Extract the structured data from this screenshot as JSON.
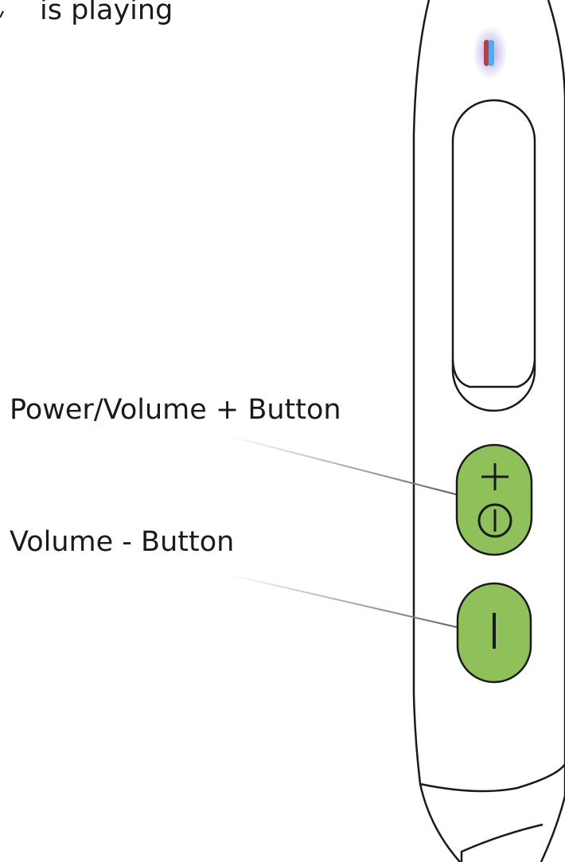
{
  "labels": {
    "top_fragment": "is playing",
    "power_volume_up": "Power/Volume + Button",
    "volume_down": "Volume - Button"
  },
  "colors": {
    "button_fill": "#8fc05a",
    "outline": "#1a1a1a",
    "leader_line": "#999999",
    "led_blue": "#5aa9e6",
    "led_red": "#b0424a"
  },
  "icons": {
    "power_volume_up": "plus-and-power-icon",
    "volume_down": "minus-bar-icon"
  }
}
